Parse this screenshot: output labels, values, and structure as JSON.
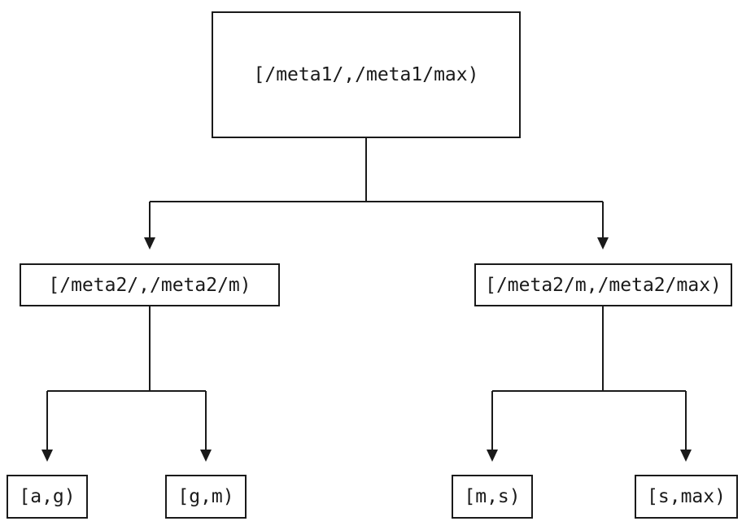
{
  "diagram": {
    "type": "tree",
    "background_color": "#ffffff",
    "line_color": "#1a1a1a",
    "text_color": "#1a1a1a",
    "nodes": {
      "root": {
        "label": "[/meta1/,/meta1/max)"
      },
      "left": {
        "label": "[/meta2/,/meta2/m)"
      },
      "right": {
        "label": "[/meta2/m,/meta2/max)"
      },
      "leaf_ag": {
        "label": "[a,g)"
      },
      "leaf_gm": {
        "label": "[g,m)"
      },
      "leaf_ms": {
        "label": "[m,s)"
      },
      "leaf_smax": {
        "label": "[s,max)"
      }
    },
    "edges": [
      {
        "from": "root",
        "to": "left"
      },
      {
        "from": "root",
        "to": "right"
      },
      {
        "from": "left",
        "to": "leaf_ag"
      },
      {
        "from": "left",
        "to": "leaf_gm"
      },
      {
        "from": "right",
        "to": "leaf_ms"
      },
      {
        "from": "right",
        "to": "leaf_smax"
      }
    ]
  }
}
